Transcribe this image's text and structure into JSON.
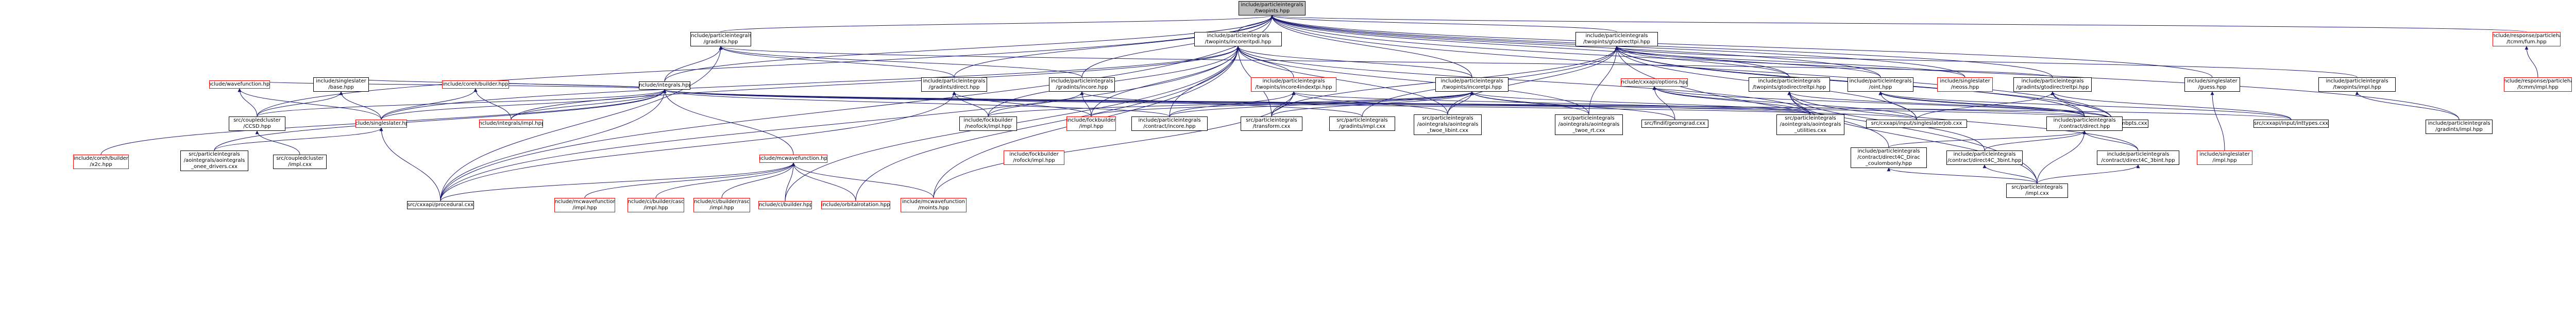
{
  "colors": {
    "edge": "#191970",
    "node_border": "#000000",
    "missing_node_border": "#ff0000",
    "highlight_fill": "#bfbfbf"
  },
  "nodes": [
    {
      "id": "n0",
      "label": "include/particleintegrals\n/twopints.hpp",
      "style": "hl"
    },
    {
      "id": "n1",
      "label": "include/particleintegrals\n/gradints.hpp",
      "style": "normal"
    },
    {
      "id": "n2",
      "label": "include/particleintegrals\n/twopints/incoreritpdi.hpp",
      "style": "normal"
    },
    {
      "id": "n3",
      "label": "include/particleintegrals\n/twopints/gtodirecttpi.hpp",
      "style": "normal"
    },
    {
      "id": "n4",
      "label": "include/response/particleha\n/tcmm/fum.hpp",
      "style": "red"
    },
    {
      "id": "n5",
      "label": "include/integrals.hpp",
      "style": "normal"
    },
    {
      "id": "n6",
      "label": "include/particleintegrals\n/twopints/incore4indextpi.hpp",
      "style": "red"
    },
    {
      "id": "n7",
      "label": "include/particleintegrals\n/twopints/incoretpi.hpp",
      "style": "normal"
    },
    {
      "id": "n8",
      "label": "include/cxxapi/options.hpp",
      "style": "red"
    },
    {
      "id": "n9",
      "label": "include/particleintegrals\n/twopints/gtodirectreltpi.hpp",
      "style": "normal"
    },
    {
      "id": "n10",
      "label": "include/particleintegrals\n/gradints/direct.hpp",
      "style": "normal"
    },
    {
      "id": "n11",
      "label": "include/particleintegrals\n/gradints/incore.hpp",
      "style": "normal"
    },
    {
      "id": "n12",
      "label": "include/particleintegrals\n/gradints/gtodirectreltpi.hpp",
      "style": "normal"
    },
    {
      "id": "n13",
      "label": "include/particleintegrals\n/gradints/impl.hpp",
      "style": "normal"
    },
    {
      "id": "n14",
      "label": "include/particleintegrals\n/oint.hpp",
      "style": "normal"
    },
    {
      "id": "n15",
      "label": "include/singleslater\n/neoss.hpp",
      "style": "red"
    },
    {
      "id": "n16",
      "label": "include/singleslater\n/guess.hpp",
      "style": "normal"
    },
    {
      "id": "n17",
      "label": "include/singleslater\n/base.hpp",
      "style": "normal"
    },
    {
      "id": "n18",
      "label": "include/wavefunction.hpp",
      "style": "red"
    },
    {
      "id": "n19",
      "label": "include/coreh/builder.hpp",
      "style": "red"
    },
    {
      "id": "n20",
      "label": "include/singleslater.hpp",
      "style": "red"
    },
    {
      "id": "n21",
      "label": "include/fockbuilder\n/neofock/impl.hpp",
      "style": "normal"
    },
    {
      "id": "n22",
      "label": "include/fockbuilder\n/impl.hpp",
      "style": "red"
    },
    {
      "id": "n23",
      "label": "include/particleintegrals\n/contract/incore.hpp",
      "style": "normal"
    },
    {
      "id": "n24",
      "label": "src/particleintegrals\n/transform.cxx",
      "style": "normal"
    },
    {
      "id": "n25",
      "label": "src/particleintegrals\n/gradints/impl.cxx",
      "style": "normal"
    },
    {
      "id": "n26",
      "label": "src/particleintegrals\n/aointegrals/aointegrals\n_twoe_libint.cxx",
      "style": "normal"
    },
    {
      "id": "n27",
      "label": "src/findif/geomgrad.cxx",
      "style": "normal"
    },
    {
      "id": "n28",
      "label": "src/particleintegrals\n/aointegrals/aointegrals\n_twoe_rt.cxx",
      "style": "normal"
    },
    {
      "id": "n29",
      "label": "src/particleintegrals\n/aointegrals/aointegrals\n_utilities.cxx",
      "style": "normal"
    },
    {
      "id": "n30",
      "label": "src/cxxapi/input/singleslaterjob.cxx",
      "style": "normal"
    },
    {
      "id": "n31",
      "label": "src/cxxapi/input/mbpts.cxx",
      "style": "normal"
    },
    {
      "id": "n32",
      "label": "src/coupledcluster\n/CCSD.hpp",
      "style": "normal"
    },
    {
      "id": "n33",
      "label": "include/integrals/impl.hpp",
      "style": "red"
    },
    {
      "id": "n34",
      "label": "include/coreh/builder\n/x2c.hpp",
      "style": "red"
    },
    {
      "id": "n35",
      "label": "src/particleintegrals\n/aointegrals/aointegrals\n_onee_drivers.cxx",
      "style": "normal"
    },
    {
      "id": "n36",
      "label": "src/coupledcluster\n/impl.cxx",
      "style": "normal"
    },
    {
      "id": "n37",
      "label": "include/mcwavefunction.hpp",
      "style": "red"
    },
    {
      "id": "n38",
      "label": "src/cxxapi/procedural.cxx",
      "style": "normal"
    },
    {
      "id": "n39",
      "label": "include/ci/builder/casci\n/impl.hpp",
      "style": "red"
    },
    {
      "id": "n40",
      "label": "include/ci/builder/rasci\n/impl.hpp",
      "style": "red"
    },
    {
      "id": "n41",
      "label": "include/ci/builder.hpp",
      "style": "red"
    },
    {
      "id": "n42",
      "label": "include/orbitalrotation.hpp",
      "style": "red"
    },
    {
      "id": "n43",
      "label": "include/mcwavefunction\n/moints.hpp",
      "style": "red"
    },
    {
      "id": "n44",
      "label": "include/particleintegrals\n/contract/direct.hpp",
      "style": "normal"
    },
    {
      "id": "n45",
      "label": "include/particleintegrals\n/contract/direct4C_Dirac\n_coulombonly.hpp",
      "style": "normal"
    },
    {
      "id": "n46",
      "label": "include/particleintegrals\n/contract/direct4C_3bint.hpp",
      "style": "normal"
    },
    {
      "id": "n47",
      "label": "include/particleintegrals\n/contract/direct4C_3bint.hpp",
      "style": "normal"
    },
    {
      "id": "n48",
      "label": "src/particleintegrals\n/impl.cxx",
      "style": "normal"
    },
    {
      "id": "n49",
      "label": "include/singleslater\n/impl.hpp",
      "style": "red"
    },
    {
      "id": "n50",
      "label": "include/particleintegrals\n/twopints/impl.hpp",
      "style": "normal"
    },
    {
      "id": "n51",
      "label": "include/response/particleha\n/tcmm/impl.hpp",
      "style": "red"
    },
    {
      "id": "n52",
      "label": "include/mcwavefunction\n/impl.hpp",
      "style": "red"
    },
    {
      "id": "n53",
      "label": "include/fockbuilder\n/rofock/impl.hpp",
      "style": "red"
    },
    {
      "id": "n54",
      "label": "src/cxxapi/input/inttypes.cxx",
      "style": "normal"
    }
  ]
}
